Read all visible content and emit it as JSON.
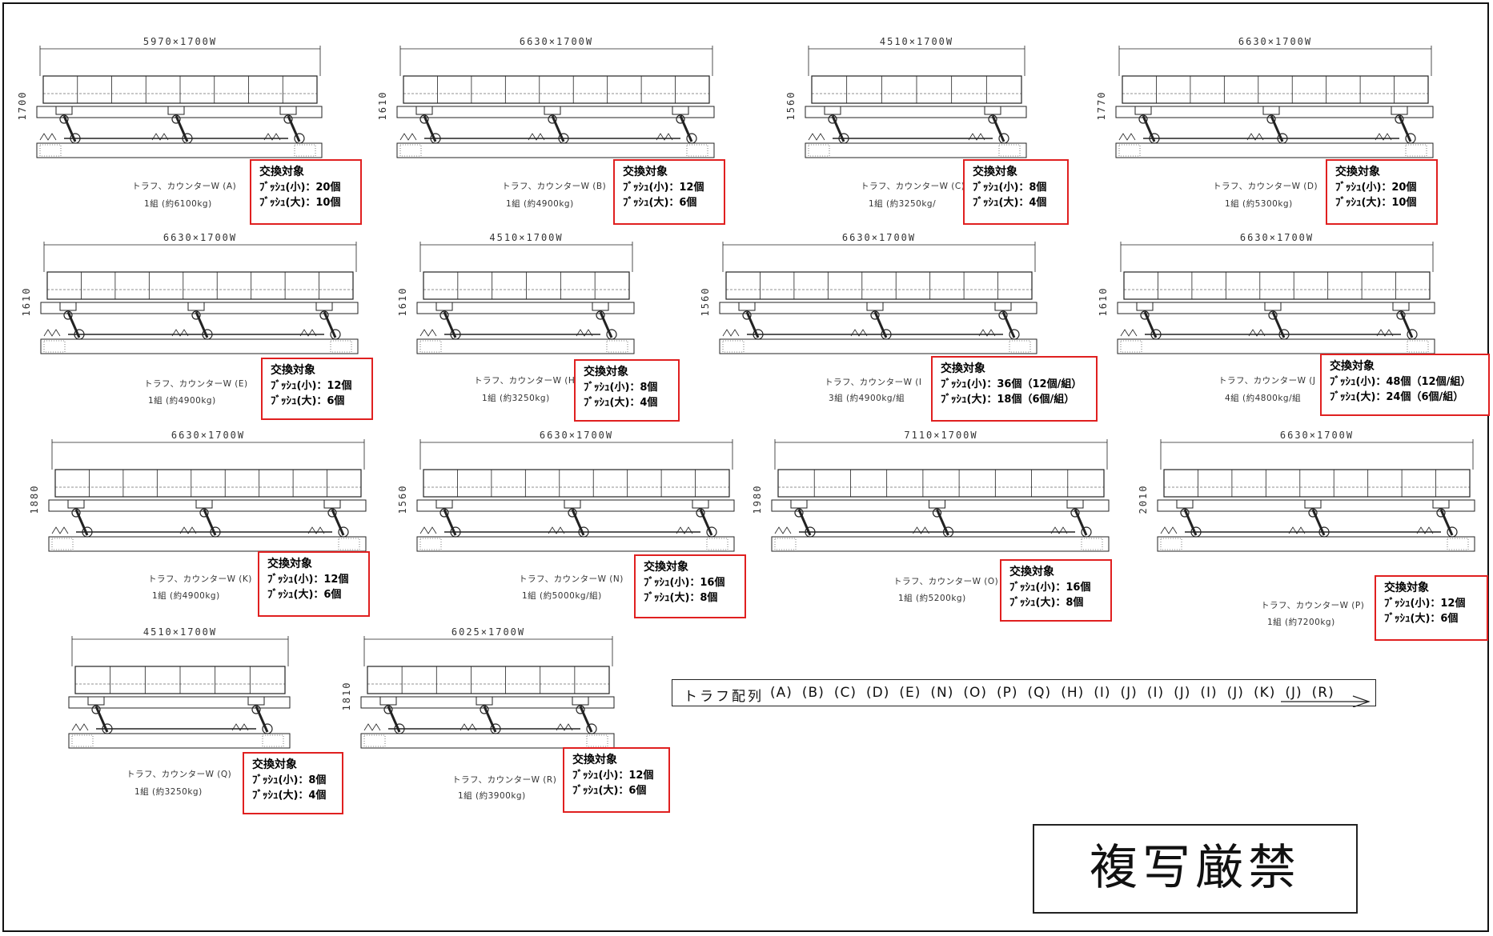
{
  "troughs": [
    {
      "id": "A",
      "width_label": "5970×1700W",
      "height_label": "1700",
      "name": "トラフ、カウンターW (A)",
      "count": "1組  (約6100kg)",
      "box": {
        "title": "交換対象",
        "small": "ﾌﾞｯｼｭ(小)：20個",
        "large": "ﾌﾞｯｼｭ(大)：10個"
      }
    },
    {
      "id": "B",
      "width_label": "6630×1700W",
      "height_label": "1610",
      "name": "トラフ、カウンターW (B)",
      "count": "1組  (約4900kg)",
      "box": {
        "title": "交換対象",
        "small": "ﾌﾞｯｼｭ(小)：12個",
        "large": "ﾌﾞｯｼｭ(大)：6個"
      }
    },
    {
      "id": "C",
      "width_label": "4510×1700W",
      "height_label": "1560",
      "name": "トラフ、カウンターW (C)",
      "count": "1組  (約3250kg/",
      "box": {
        "title": "交換対象",
        "small": "ﾌﾞｯｼｭ(小)：8個",
        "large": "ﾌﾞｯｼｭ(大)：4個"
      }
    },
    {
      "id": "D",
      "width_label": "6630×1700W",
      "height_label": "1770",
      "name": "トラフ、カウンターW (D)",
      "count": "1組  (約5300kg)",
      "box": {
        "title": "交換対象",
        "small": "ﾌﾞｯｼｭ(小)：20個",
        "large": "ﾌﾞｯｼｭ(大)：10個"
      }
    },
    {
      "id": "E",
      "width_label": "6630×1700W",
      "height_label": "1610",
      "name": "トラフ、カウンターW (E)",
      "count": "1組  (約4900kg)",
      "box": {
        "title": "交換対象",
        "small": "ﾌﾞｯｼｭ(小)：12個",
        "large": "ﾌﾞｯｼｭ(大)：6個"
      }
    },
    {
      "id": "H",
      "width_label": "4510×1700W",
      "height_label": "1610",
      "name": "トラフ、カウンターW (H",
      "count": "1組  (約3250kg)",
      "box": {
        "title": "交換対象",
        "small": "ﾌﾞｯｼｭ(小)：8個",
        "large": "ﾌﾞｯｼｭ(大)：4個"
      }
    },
    {
      "id": "I",
      "width_label": "6630×1700W",
      "height_label": "1560",
      "name": "トラフ、カウンターW (I",
      "count": "3組  (約4900kg/組",
      "box": {
        "title": "交換対象",
        "small": "ﾌﾞｯｼｭ(小)：36個（12個/組）",
        "large": "ﾌﾞｯｼｭ(大)：18個（6個/組）"
      }
    },
    {
      "id": "J",
      "width_label": "6630×1700W",
      "height_label": "1610",
      "name": "トラフ、カウンターW (J",
      "count": "4組  (約4800kg/組",
      "box": {
        "title": "交換対象",
        "small": "ﾌﾞｯｼｭ(小)：48個（12個/組）",
        "large": "ﾌﾞｯｼｭ(大)：24個（6個/組）"
      }
    },
    {
      "id": "K",
      "width_label": "6630×1700W",
      "height_label": "1880",
      "name": "トラフ、カウンターW (K)",
      "count": "1組  (約4900kg)",
      "box": {
        "title": "交換対象",
        "small": "ﾌﾞｯｼｭ(小)：12個",
        "large": "ﾌﾞｯｼｭ(大)：6個"
      }
    },
    {
      "id": "N",
      "width_label": "6630×1700W",
      "height_label": "1560",
      "name": "トラフ、カウンターW (N)",
      "count": "1組  (約5000kg/組)",
      "box": {
        "title": "交換対象",
        "small": "ﾌﾞｯｼｭ(小)：16個",
        "large": "ﾌﾞｯｼｭ(大)：8個"
      }
    },
    {
      "id": "O",
      "width_label": "7110×1700W",
      "height_label": "1980",
      "name": "トラフ、カウンターW (O)",
      "count": "1組  (約5200kg)",
      "box": {
        "title": "交換対象",
        "small": "ﾌﾞｯｼｭ(小)：16個",
        "large": "ﾌﾞｯｼｭ(大)：8個"
      }
    },
    {
      "id": "P",
      "width_label": "6630×1700W",
      "height_label": "2010",
      "name": "トラフ、カウンターW (P)",
      "count": "1組  (約7200kg)",
      "box": {
        "title": "交換対象",
        "small": "ﾌﾞｯｼｭ(小)：12個",
        "large": "ﾌﾞｯｼｭ(大)：6個"
      }
    },
    {
      "id": "Q",
      "width_label": "4510×1700W",
      "height_label": "",
      "name": "トラフ、カウンターW (Q)",
      "count": "1組  (約3250kg)",
      "box": {
        "title": "交換対象",
        "small": "ﾌﾞｯｼｭ(小)：8個",
        "large": "ﾌﾞｯｼｭ(大)：4個"
      }
    },
    {
      "id": "R",
      "width_label": "6025×1700W",
      "height_label": "1810",
      "name": "トラフ、カウンターW (R)",
      "count": "1組  (約3900kg)",
      "box": {
        "title": "交換対象",
        "small": "ﾌﾞｯｼｭ(小)：12個",
        "large": "ﾌﾞｯｼｭ(大)：6個"
      }
    }
  ],
  "trough_order": {
    "label": "トラフ配列",
    "items": [
      "(A)",
      "(B)",
      "(C)",
      "(D)",
      "(E)",
      "(N)",
      "(O)",
      "(P)",
      "(Q)",
      "(H)",
      "(I)",
      "(J)",
      "(I)",
      "(J)",
      "(I)",
      "(J)",
      "(K)",
      "(J)",
      "(R)"
    ]
  },
  "stamp": "複写厳禁",
  "colors": {
    "box_border": "#e02020",
    "line": "#222222"
  }
}
